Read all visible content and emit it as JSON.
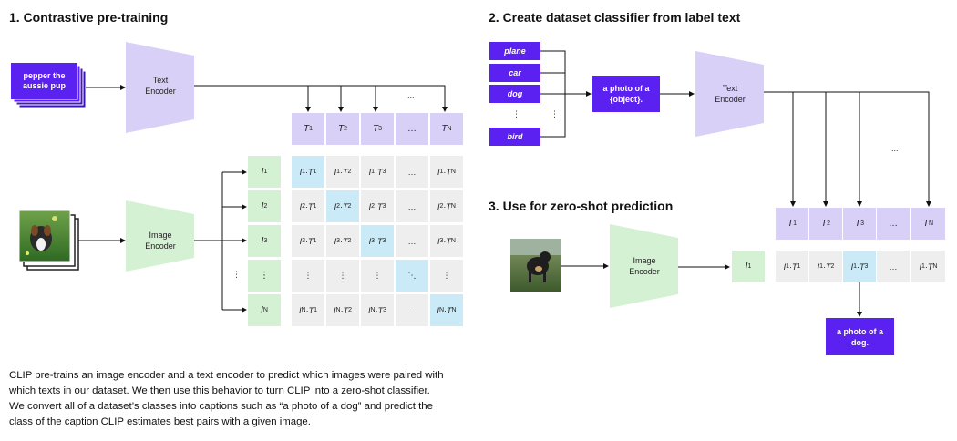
{
  "section1": {
    "title": "1. Contrastive pre-training",
    "caption": "pepper the aussie pup",
    "text_encoder": "Text Encoder",
    "image_encoder": "Image Encoder",
    "text_headers": [
      "T1",
      "T2",
      "T3",
      "...",
      "TN"
    ],
    "image_rows": [
      "I1",
      "I2",
      "I3",
      "...",
      "IN"
    ],
    "ellipsis": "..."
  },
  "section2": {
    "title": "2. Create dataset classifier from label text",
    "labels": [
      "plane",
      "car",
      "dog",
      "bird"
    ],
    "template": "a photo of a {object}.",
    "text_encoder": "Text Encoder",
    "ellipsis": "..."
  },
  "section3": {
    "title": "3. Use for zero-shot prediction",
    "image_encoder": "Image Encoder",
    "image_token": "I1",
    "text_headers": [
      "T1",
      "T2",
      "T3",
      "...",
      "TN"
    ],
    "result": "a photo of a dog."
  },
  "description": "CLIP pre-trains an image encoder and a text encoder to predict which images were paired with which texts in our dataset. We then use this behavior to turn CLIP into a zero-shot classifier. We convert all of a dataset’s classes into captions such as “a photo of a dog” and predict the class of the caption CLIP estimates best pairs with a given image.",
  "colors": {
    "purple": "#5b21f0",
    "text_encoder": "#d9d0f7",
    "image_encoder": "#d5f1d3",
    "matrix_cell": "#eeeeee",
    "matrix_diagonal": "#cbeaf7"
  }
}
